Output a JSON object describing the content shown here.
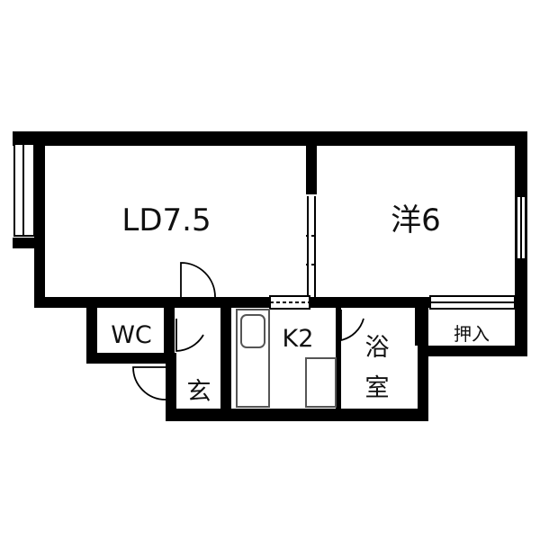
{
  "floor_plan": {
    "colors": {
      "wall": "#000000",
      "fixture": "#555555",
      "background": "#ffffff"
    },
    "rooms": {
      "ld": "LD7.5",
      "western": "洋6",
      "wc": "WC",
      "kitchen": "K2",
      "bath_line1": "浴",
      "bath_line2": "室",
      "entrance": "玄",
      "closet": "押入"
    }
  }
}
